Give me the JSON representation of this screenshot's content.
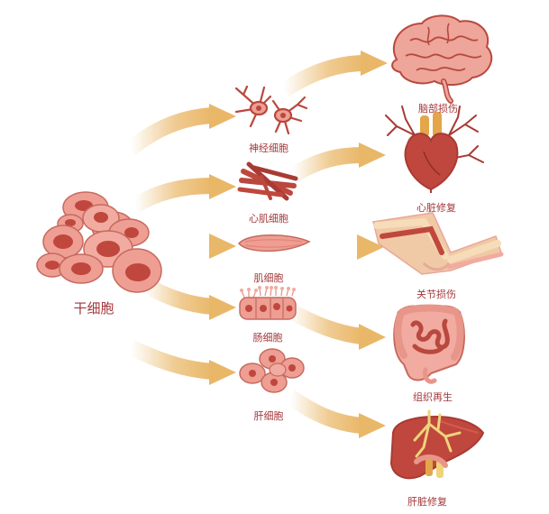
{
  "source": {
    "label": "干细胞"
  },
  "cells": [
    {
      "id": "neuron",
      "label": "神经细胞",
      "icon": "neuron-cell-icon"
    },
    {
      "id": "cardiac",
      "label": "心肌细胞",
      "icon": "cardiac-muscle-cell-icon"
    },
    {
      "id": "muscle",
      "label": "肌细胞",
      "icon": "muscle-cell-icon"
    },
    {
      "id": "intestinal",
      "label": "肠细胞",
      "icon": "intestinal-cell-icon"
    },
    {
      "id": "liver",
      "label": "肝细胞",
      "icon": "liver-cell-icon"
    }
  ],
  "outcomes": [
    {
      "id": "brain",
      "label": "脑部损伤",
      "icon": "brain-icon"
    },
    {
      "id": "heart",
      "label": "心脏修复",
      "icon": "heart-icon"
    },
    {
      "id": "joint",
      "label": "关节损伤",
      "icon": "joint-icon"
    },
    {
      "id": "intestine",
      "label": "组织再生",
      "icon": "intestine-icon"
    },
    {
      "id": "liver",
      "label": "肝脏修复",
      "icon": "liver-icon"
    }
  ],
  "colors": {
    "arrow": "#e9b768",
    "cell_fill": "#e8958a",
    "cell_core": "#b9483e",
    "organ": "#c05146",
    "label": "#a4373a"
  }
}
